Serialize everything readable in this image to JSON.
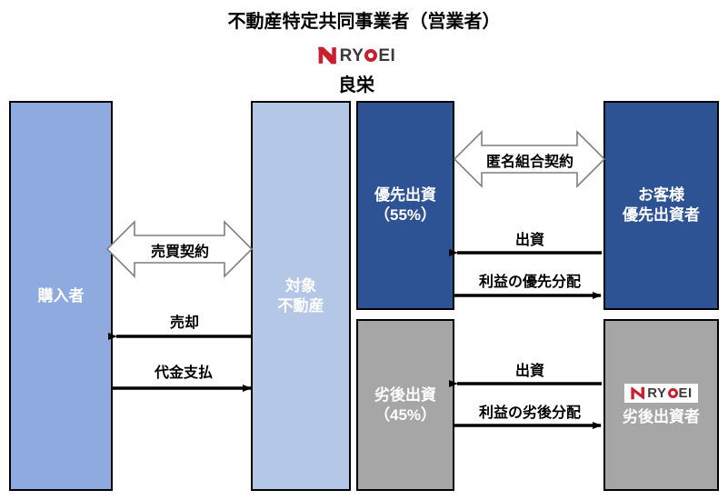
{
  "header": {
    "title": "不動産特定共同事業者（営業者）",
    "logo_mark": "ryoei-logo-icon",
    "logo_word_1": "RY",
    "logo_word_o": "O",
    "logo_word_2": "EI",
    "logo_jp": "良栄"
  },
  "boxes": {
    "buyer": {
      "name": "購入者",
      "color": "#8faade",
      "text_color": "#ffffff"
    },
    "property": {
      "line1": "対象",
      "line2": "不動産",
      "color": "#b4c7e7",
      "text_color": "#ffffff"
    },
    "senior": {
      "line1": "優先出資",
      "line2": "（55%）",
      "color": "#2e5395",
      "text_color": "#ffffff",
      "percent": 55
    },
    "junior": {
      "line1": "劣後出資",
      "line2": "（45%）",
      "color": "#a6a6a6",
      "text_color": "#ffffff",
      "percent": 45
    },
    "customer": {
      "line1": "お客様",
      "line2": "優先出資者",
      "color": "#2e5395",
      "text_color": "#ffffff"
    },
    "sub_investor": {
      "label": "劣後出資者",
      "color": "#a6a6a6",
      "text_color": "#ffffff",
      "logo": "ryoei-logo-icon"
    }
  },
  "arrows": {
    "sale_contract": "売買契約",
    "sale": "売却",
    "payment": "代金支払",
    "silent_partnership": "匿名組合契約",
    "investment_senior": "出資",
    "profit_senior": "利益の優先分配",
    "investment_junior": "出資",
    "profit_junior": "利益の劣後分配"
  },
  "colors": {
    "accent_blue_dark": "#2e5395",
    "accent_blue_mid": "#8faade",
    "accent_blue_light": "#b4c7e7",
    "gray": "#a6a6a6",
    "logo_red": "#c8202e",
    "outline": "#000000",
    "arrow_outline": "#595959"
  }
}
